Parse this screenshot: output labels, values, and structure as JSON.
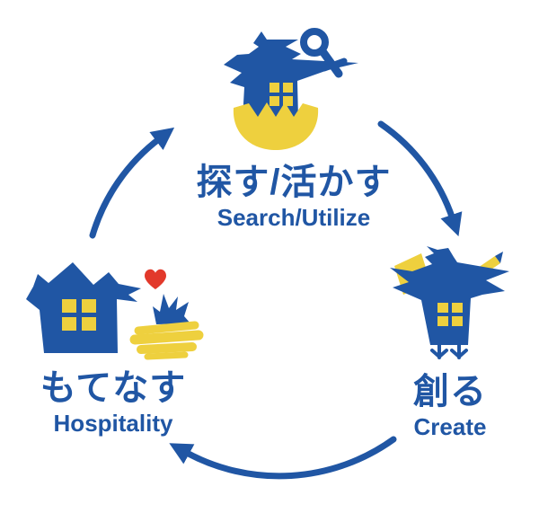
{
  "diagram": {
    "type": "cycle",
    "colors": {
      "blue": "#2056A4",
      "yellow": "#EED03E",
      "red": "#E2392B",
      "background": "#FFFFFF"
    },
    "nodes": [
      {
        "id": "search-utilize",
        "label_ja": "探す/活かす",
        "label_en": "Search/Utilize",
        "icon": "bird-hatching-from-egg-with-magnifier-icon",
        "position": "top"
      },
      {
        "id": "create",
        "label_ja": "創る",
        "label_en": "Create",
        "icon": "bird-with-paper-and-pencil-icon",
        "position": "right"
      },
      {
        "id": "hospitality",
        "label_ja": "もてなす",
        "label_en": "Hospitality",
        "icon": "house-bird-with-heart-and-nest-icon",
        "position": "left"
      }
    ],
    "arrows": [
      {
        "id": "hospitality-to-search",
        "from": "hospitality",
        "to": "search-utilize"
      },
      {
        "id": "search-to-create",
        "from": "search-utilize",
        "to": "create"
      },
      {
        "id": "create-to-hospitality",
        "from": "create",
        "to": "hospitality"
      }
    ]
  }
}
